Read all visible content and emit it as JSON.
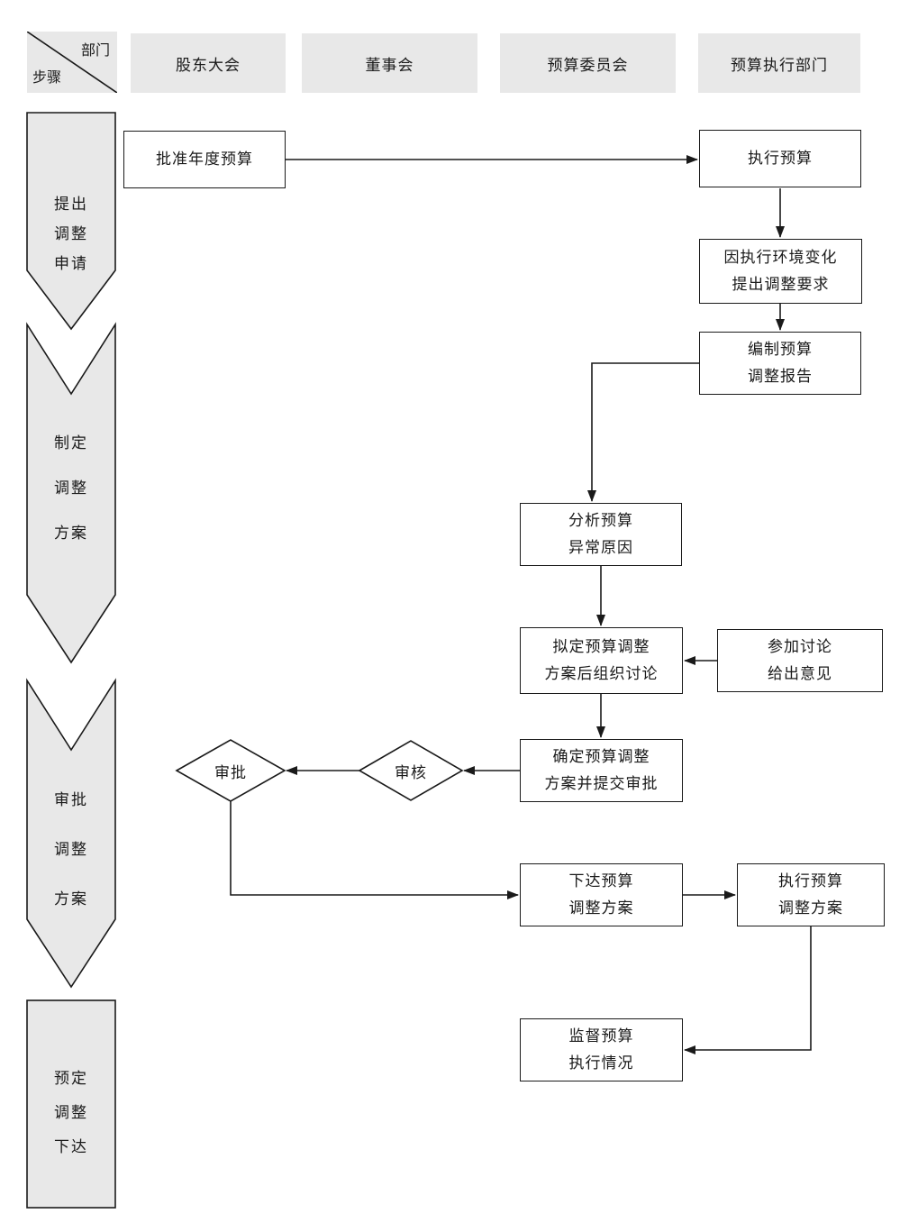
{
  "colors": {
    "cell_fill": "#e8e8e8",
    "line": "#1a1a1a",
    "box_fill": "#ffffff"
  },
  "header": {
    "corner": {
      "top_right": "部门",
      "bottom_left": "步骤"
    },
    "columns": [
      {
        "label": "股东大会"
      },
      {
        "label": "董事会"
      },
      {
        "label": "预算委员会"
      },
      {
        "label": "预算执行部门"
      }
    ]
  },
  "steps": [
    {
      "lines": [
        "提出",
        "调整",
        "申请"
      ]
    },
    {
      "lines": [
        "制定",
        "调整",
        "方案"
      ]
    },
    {
      "lines": [
        "审批",
        "调整",
        "方案"
      ]
    },
    {
      "lines": [
        "预定",
        "调整",
        "下达"
      ]
    }
  ],
  "nodes": {
    "approve_annual_budget": {
      "lines": [
        "批准年度预算"
      ]
    },
    "execute_budget": {
      "lines": [
        "执行预算"
      ]
    },
    "propose_adjustment": {
      "lines": [
        "因执行环境变化",
        "提出调整要求"
      ]
    },
    "prepare_report": {
      "lines": [
        "编制预算",
        "调整报告"
      ]
    },
    "analyze_reasons": {
      "lines": [
        "分析预算",
        "异常原因"
      ]
    },
    "draft_plan_discuss": {
      "lines": [
        "拟定预算调整",
        "方案后组织讨论"
      ]
    },
    "participate_discussion": {
      "lines": [
        "参加讨论",
        "给出意见"
      ]
    },
    "determine_plan_submit": {
      "lines": [
        "确定预算调整",
        "方案并提交审批"
      ]
    },
    "review": {
      "label": "审核"
    },
    "approve": {
      "label": "审批"
    },
    "issue_plan": {
      "lines": [
        "下达预算",
        "调整方案"
      ]
    },
    "execute_plan": {
      "lines": [
        "执行预算",
        "调整方案"
      ]
    },
    "supervise": {
      "lines": [
        "监督预算",
        "执行情况"
      ]
    }
  }
}
